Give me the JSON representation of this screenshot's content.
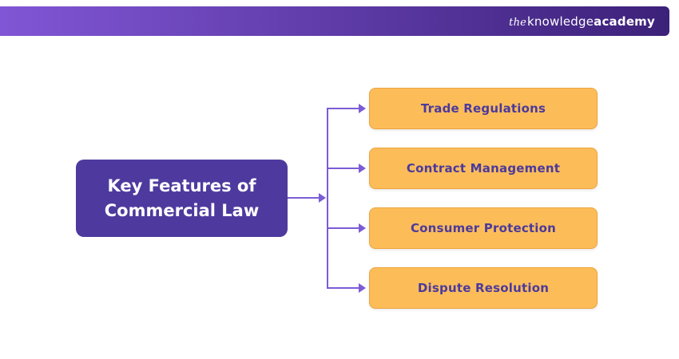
{
  "header": {
    "logo": {
      "the": "the",
      "knowledge": "knowledge",
      "academy": "academy"
    }
  },
  "diagram": {
    "title": "Key Features of Commercial Law",
    "features": [
      {
        "label": "Trade Regulations"
      },
      {
        "label": "Contract Management"
      },
      {
        "label": "Consumer Protection"
      },
      {
        "label": "Dispute Resolution"
      }
    ]
  },
  "colors": {
    "banner_left": "#8156d6",
    "banner_right": "#3c2179",
    "logo_text": "#ffffff",
    "main_box": "#4e3a9e",
    "main_title_text": "#ffffff",
    "feature_fill": "#fcbd59",
    "feature_border": "#eda33c",
    "feature_text": "#4c3a9c",
    "connector": "#7b5cd6"
  }
}
